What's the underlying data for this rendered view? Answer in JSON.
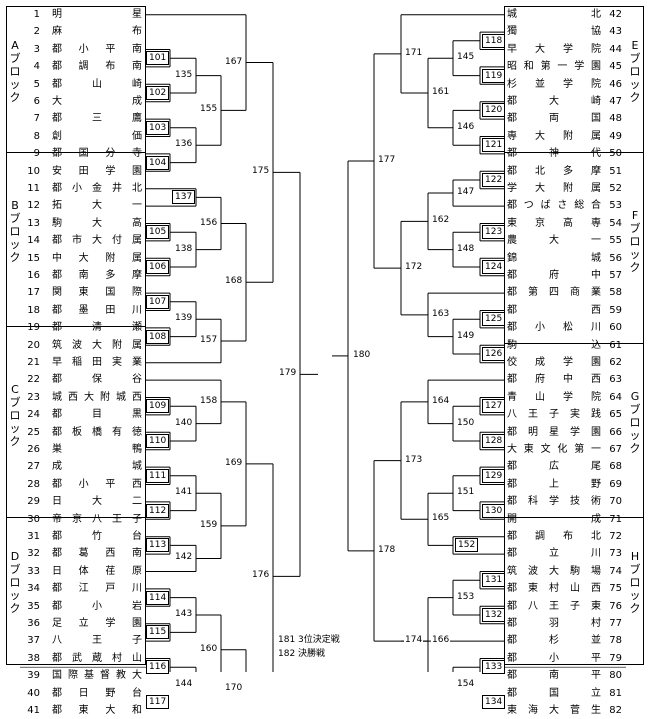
{
  "blocks": [
    {
      "label": "Aブロック",
      "side": "left"
    },
    {
      "label": "Bブロック",
      "side": "left"
    },
    {
      "label": "Cブロック",
      "side": "left"
    },
    {
      "label": "Dブロック",
      "side": "left"
    },
    {
      "label": "Eブロック",
      "side": "right"
    },
    {
      "label": "Fブロック",
      "side": "right"
    },
    {
      "label": "Gブロック",
      "side": "right"
    },
    {
      "label": "Hブロック",
      "side": "right"
    }
  ],
  "left_teams": [
    {
      "seed": "1",
      "name": "明星"
    },
    {
      "seed": "2",
      "name": "麻布"
    },
    {
      "seed": "3",
      "name": "都小平南"
    },
    {
      "seed": "4",
      "name": "都調布南"
    },
    {
      "seed": "5",
      "name": "都山崎"
    },
    {
      "seed": "6",
      "name": "大成"
    },
    {
      "seed": "7",
      "name": "都三鷹"
    },
    {
      "seed": "8",
      "name": "創価"
    },
    {
      "seed": "9",
      "name": "都国分寺"
    },
    {
      "seed": "10",
      "name": "安田学園"
    },
    {
      "seed": "11",
      "name": "都小金井北"
    },
    {
      "seed": "12",
      "name": "拓大一"
    },
    {
      "seed": "13",
      "name": "駒大高"
    },
    {
      "seed": "14",
      "name": "都市大付属"
    },
    {
      "seed": "15",
      "name": "中大附属"
    },
    {
      "seed": "16",
      "name": "都南多摩"
    },
    {
      "seed": "17",
      "name": "関東国際"
    },
    {
      "seed": "18",
      "name": "都墨田川"
    },
    {
      "seed": "19",
      "name": "都清瀬"
    },
    {
      "seed": "20",
      "name": "筑波大附属"
    },
    {
      "seed": "21",
      "name": "早稲田実業"
    },
    {
      "seed": "22",
      "name": "都保谷"
    },
    {
      "seed": "23",
      "name": "城西大附城西"
    },
    {
      "seed": "24",
      "name": "都目黒"
    },
    {
      "seed": "25",
      "name": "都板橋有徳"
    },
    {
      "seed": "26",
      "name": "巣鴨"
    },
    {
      "seed": "27",
      "name": "成城"
    },
    {
      "seed": "28",
      "name": "都小平西"
    },
    {
      "seed": "29",
      "name": "日大二"
    },
    {
      "seed": "30",
      "name": "帝京八王子"
    },
    {
      "seed": "31",
      "name": "都竹台"
    },
    {
      "seed": "32",
      "name": "都葛西南"
    },
    {
      "seed": "33",
      "name": "日体荏原"
    },
    {
      "seed": "34",
      "name": "都江戸川"
    },
    {
      "seed": "35",
      "name": "都小岩"
    },
    {
      "seed": "36",
      "name": "足立学園"
    },
    {
      "seed": "37",
      "name": "八王子"
    },
    {
      "seed": "38",
      "name": "都武蔵村山"
    },
    {
      "seed": "39",
      "name": "国際基督教大"
    },
    {
      "seed": "40",
      "name": "都日野台"
    },
    {
      "seed": "41",
      "name": "都東大和"
    }
  ],
  "right_teams": [
    {
      "seed": "42",
      "name": "城北"
    },
    {
      "seed": "43",
      "name": "獨協"
    },
    {
      "seed": "44",
      "name": "早大学院"
    },
    {
      "seed": "45",
      "name": "昭和第一学園"
    },
    {
      "seed": "46",
      "name": "杉並学院"
    },
    {
      "seed": "47",
      "name": "都大崎"
    },
    {
      "seed": "48",
      "name": "都両国"
    },
    {
      "seed": "49",
      "name": "専大附属"
    },
    {
      "seed": "50",
      "name": "都神代"
    },
    {
      "seed": "51",
      "name": "都北多摩"
    },
    {
      "seed": "52",
      "name": "学大附属"
    },
    {
      "seed": "53",
      "name": "都つばさ総合"
    },
    {
      "seed": "54",
      "name": "東京高専"
    },
    {
      "seed": "55",
      "name": "農大一"
    },
    {
      "seed": "56",
      "name": "錦城"
    },
    {
      "seed": "57",
      "name": "都府中"
    },
    {
      "seed": "58",
      "name": "都第四商業"
    },
    {
      "seed": "59",
      "name": "都西"
    },
    {
      "seed": "60",
      "name": "都小松川"
    },
    {
      "seed": "61",
      "name": "駒込"
    },
    {
      "seed": "62",
      "name": "佼成学園"
    },
    {
      "seed": "63",
      "name": "都府中西"
    },
    {
      "seed": "64",
      "name": "青山学院"
    },
    {
      "seed": "65",
      "name": "八王子実践"
    },
    {
      "seed": "66",
      "name": "都明星学園"
    },
    {
      "seed": "67",
      "name": "大東文化第一"
    },
    {
      "seed": "68",
      "name": "都広尾"
    },
    {
      "seed": "69",
      "name": "都上野"
    },
    {
      "seed": "70",
      "name": "都科学技術"
    },
    {
      "seed": "71",
      "name": "開成"
    },
    {
      "seed": "72",
      "name": "都調布北"
    },
    {
      "seed": "73",
      "name": "都立川"
    },
    {
      "seed": "74",
      "name": "筑波大駒場"
    },
    {
      "seed": "75",
      "name": "都東村山西"
    },
    {
      "seed": "76",
      "name": "都八王子東"
    },
    {
      "seed": "77",
      "name": "都羽村"
    },
    {
      "seed": "78",
      "name": "都杉並"
    },
    {
      "seed": "79",
      "name": "都小平"
    },
    {
      "seed": "80",
      "name": "都南平"
    },
    {
      "seed": "81",
      "name": "都国立"
    },
    {
      "seed": "82",
      "name": "東海大菅生"
    }
  ],
  "matches": {
    "m101": "101",
    "m102": "102",
    "m103": "103",
    "m104": "104",
    "m105": "105",
    "m106": "106",
    "m107": "107",
    "m108": "108",
    "m109": "109",
    "m110": "110",
    "m111": "111",
    "m112": "112",
    "m113": "113",
    "m114": "114",
    "m115": "115",
    "m116": "116",
    "m117": "117",
    "m118": "118",
    "m119": "119",
    "m120": "120",
    "m121": "121",
    "m122": "122",
    "m123": "123",
    "m124": "124",
    "m125": "125",
    "m126": "126",
    "m127": "127",
    "m128": "128",
    "m129": "129",
    "m130": "130",
    "m131": "131",
    "m132": "132",
    "m133": "133",
    "m134": "134",
    "m135": "135",
    "m136": "136",
    "m137": "137",
    "m138": "138",
    "m139": "139",
    "m140": "140",
    "m141": "141",
    "m142": "142",
    "m143": "143",
    "m144": "144",
    "m145": "145",
    "m146": "146",
    "m147": "147",
    "m148": "148",
    "m149": "149",
    "m150": "150",
    "m151": "151",
    "m152": "152",
    "m153": "153",
    "m154": "154",
    "m155": "155",
    "m156": "156",
    "m157": "157",
    "m158": "158",
    "m159": "159",
    "m160": "160",
    "m161": "161",
    "m162": "162",
    "m163": "163",
    "m164": "164",
    "m165": "165",
    "m166": "166",
    "m167": "167",
    "m168": "168",
    "m169": "169",
    "m170": "170",
    "m171": "171",
    "m172": "172",
    "m173": "173",
    "m174": "174",
    "m175": "175",
    "m176": "176",
    "m177": "177",
    "m178": "178",
    "m179": "179",
    "m180": "180"
  },
  "notes": {
    "third_place": "181 3位決定戦",
    "final": "182 決勝戦"
  }
}
